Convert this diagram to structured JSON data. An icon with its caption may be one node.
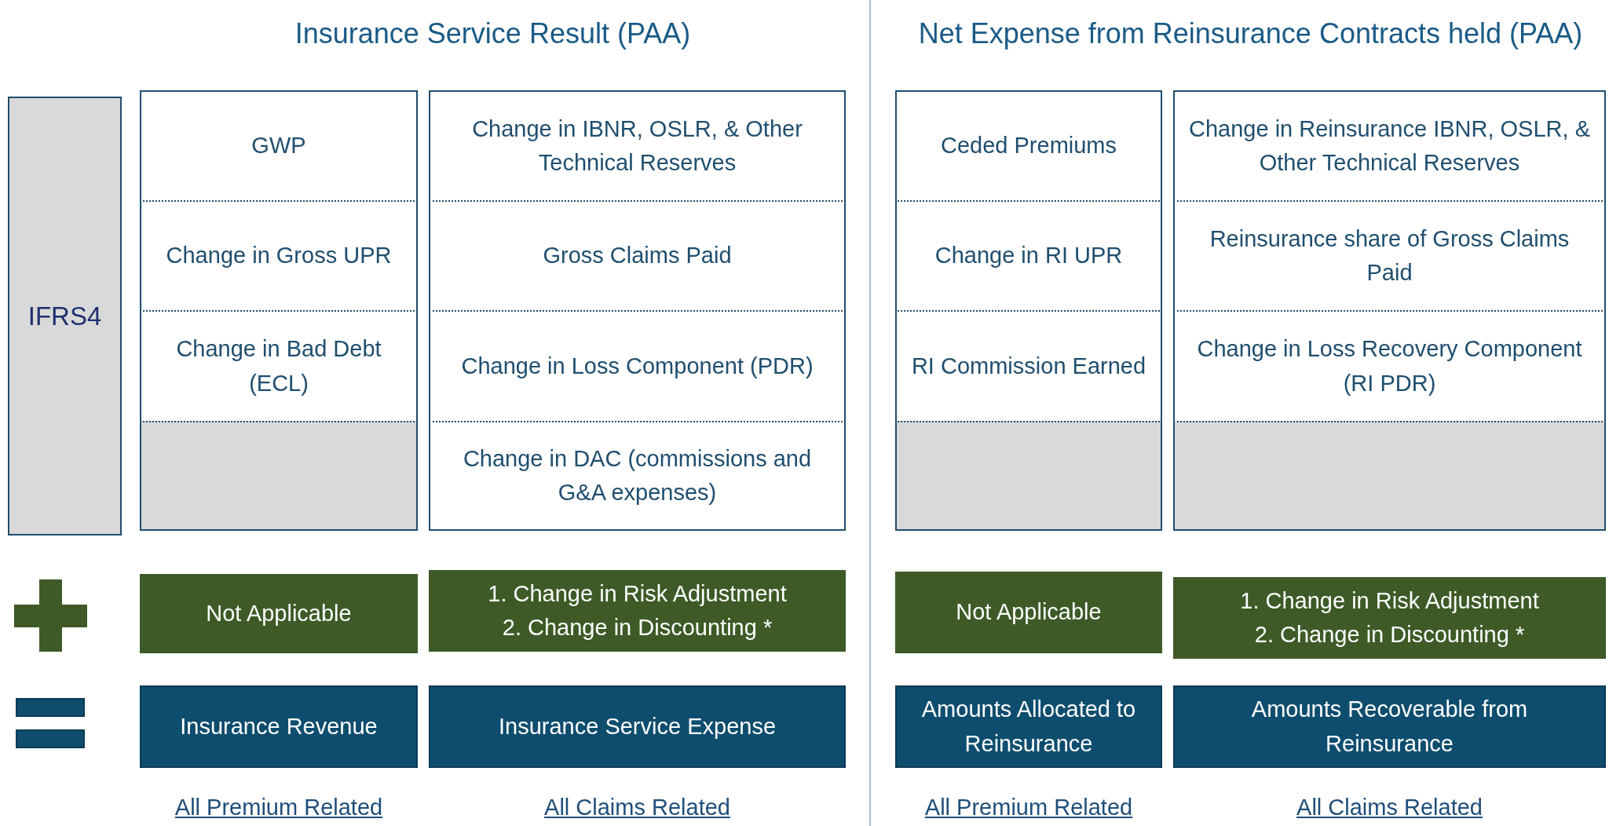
{
  "diagram": {
    "nodes": [
      {
        "text": [
          "IFRS4"
        ]
      },
      {
        "text": [
          "GWP"
        ]
      },
      {
        "text": [
          "Change in IBNR, OSLR, & Other Technical Reserves"
        ]
      },
      {
        "text": [
          "Ceded Premiums"
        ]
      },
      {
        "text": [
          "Change in Reinsurance IBNR, OSLR, & Other Technical Reserves"
        ]
      },
      {
        "text": [
          "Change in Gross UPR"
        ]
      },
      {
        "text": [
          "Gross Claims Paid"
        ]
      },
      {
        "text": [
          "Change in RI UPR"
        ]
      },
      {
        "text": [
          "Reinsurance share of Gross Claims Paid"
        ]
      },
      {
        "text": [
          "Change in Bad Debt (ECL)"
        ]
      },
      {
        "text": [
          "Change in Loss Component (PDR)"
        ]
      },
      {
        "text": [
          "RI Commission Earned"
        ]
      },
      {
        "text": [
          "Change in Loss Recovery Component (RI PDR)"
        ]
      },
      {
        "text": [],
        "shape": "box"
      },
      {
        "text": [
          "Change in DAC (commissions and G&A expenses)"
        ]
      },
      {
        "text": [],
        "shape": "box"
      },
      {
        "text": [],
        "shape": "box"
      },
      {
        "text": [
          "Not Applicable"
        ]
      },
      {
        "text": [
          "1. Change in Risk Adjustment",
          "2. Change in Discounting *"
        ]
      },
      {
        "text": [
          "Not Applicable"
        ]
      },
      {
        "text": [
          "1. Change in Risk Adjustment",
          "2. Change in Discounting *"
        ]
      },
      {
        "text": [
          "Insurance Revenue"
        ]
      },
      {
        "text": [
          "Insurance Service Expense"
        ]
      },
      {
        "text": [
          "Amounts Allocated to Reinsurance"
        ]
      },
      {
        "text": [
          "Amounts Recoverable from Reinsurance"
        ]
      }
    ],
    "edges": [],
    "labels": [
      "Insurance Service Result (PAA)",
      "Net Expense from Reinsurance Contracts held (PAA)",
      "All Premium Related",
      "All Claims Related",
      "All Premium Related",
      "All Claims Related"
    ]
  }
}
